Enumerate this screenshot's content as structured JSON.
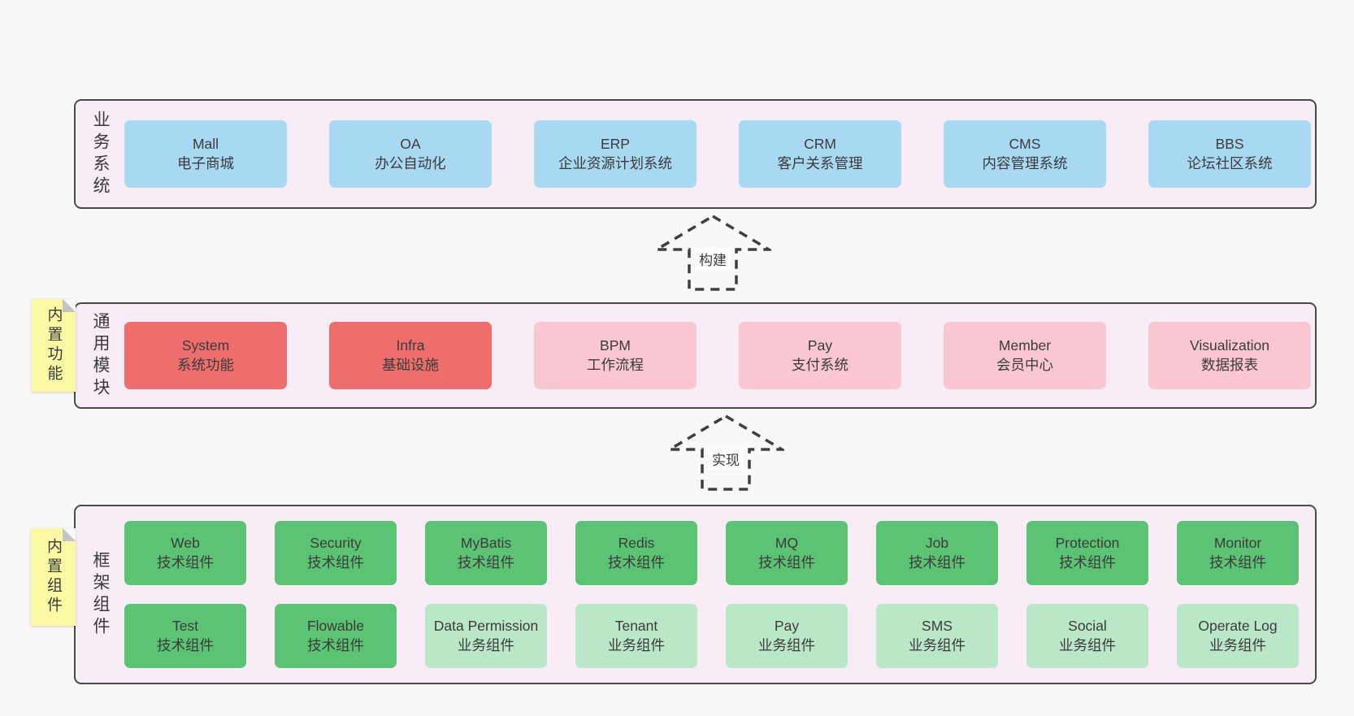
{
  "colors": {
    "page_bg": "#f8f8f8",
    "container_bg": "#f8edf6",
    "container_border": "#4a4a4a",
    "blue_box": "#a9d9f2",
    "red_box": "#ee6d6d",
    "pink_box": "#f9c7d1",
    "green_box": "#5cc374",
    "light_green_box": "#bae7c7",
    "sticky_yellow": "#fbf9a4",
    "dash_color": "#3f3f3f"
  },
  "sections": [
    {
      "id": "business",
      "label": "业务系统",
      "sticky": null,
      "rows": [
        [
          {
            "title": "Mall",
            "subtitle": "电子商城",
            "color": "blue"
          },
          {
            "title": "OA",
            "subtitle": "办公自动化",
            "color": "blue"
          },
          {
            "title": "ERP",
            "subtitle": "企业资源计划系统",
            "color": "blue"
          },
          {
            "title": "CRM",
            "subtitle": "客户关系管理",
            "color": "blue"
          },
          {
            "title": "CMS",
            "subtitle": "内容管理系统",
            "color": "blue"
          },
          {
            "title": "BBS",
            "subtitle": "论坛社区系统",
            "color": "blue"
          }
        ]
      ]
    },
    {
      "id": "modules",
      "label": "通用模块",
      "sticky": "内置功能",
      "rows": [
        [
          {
            "title": "System",
            "subtitle": "系统功能",
            "color": "red"
          },
          {
            "title": "Infra",
            "subtitle": "基础设施",
            "color": "red"
          },
          {
            "title": "BPM",
            "subtitle": "工作流程",
            "color": "pink"
          },
          {
            "title": "Pay",
            "subtitle": "支付系统",
            "color": "pink"
          },
          {
            "title": "Member",
            "subtitle": "会员中心",
            "color": "pink"
          },
          {
            "title": "Visualization",
            "subtitle": "数据报表",
            "color": "pink"
          }
        ]
      ]
    },
    {
      "id": "framework",
      "label": "框架组件",
      "sticky": "内置组件",
      "rows": [
        [
          {
            "title": "Web",
            "subtitle": "技术组件",
            "color": "green"
          },
          {
            "title": "Security",
            "subtitle": "技术组件",
            "color": "green"
          },
          {
            "title": "MyBatis",
            "subtitle": "技术组件",
            "color": "green"
          },
          {
            "title": "Redis",
            "subtitle": "技术组件",
            "color": "green"
          },
          {
            "title": "MQ",
            "subtitle": "技术组件",
            "color": "green"
          },
          {
            "title": "Job",
            "subtitle": "技术组件",
            "color": "green"
          },
          {
            "title": "Protection",
            "subtitle": "技术组件",
            "color": "green"
          },
          {
            "title": "Monitor",
            "subtitle": "技术组件",
            "color": "green"
          }
        ],
        [
          {
            "title": "Test",
            "subtitle": "技术组件",
            "color": "green"
          },
          {
            "title": "Flowable",
            "subtitle": "技术组件",
            "color": "green"
          },
          {
            "title": "Data Permission",
            "subtitle": "业务组件",
            "color": "lightgreen"
          },
          {
            "title": "Tenant",
            "subtitle": "业务组件",
            "color": "lightgreen"
          },
          {
            "title": "Pay",
            "subtitle": "业务组件",
            "color": "lightgreen"
          },
          {
            "title": "SMS",
            "subtitle": "业务组件",
            "color": "lightgreen"
          },
          {
            "title": "Social",
            "subtitle": "业务组件",
            "color": "lightgreen"
          },
          {
            "title": "Operate Log",
            "subtitle": "业务组件",
            "color": "lightgreen"
          }
        ]
      ]
    }
  ],
  "arrows": [
    {
      "label": "构建"
    },
    {
      "label": "实现"
    }
  ]
}
